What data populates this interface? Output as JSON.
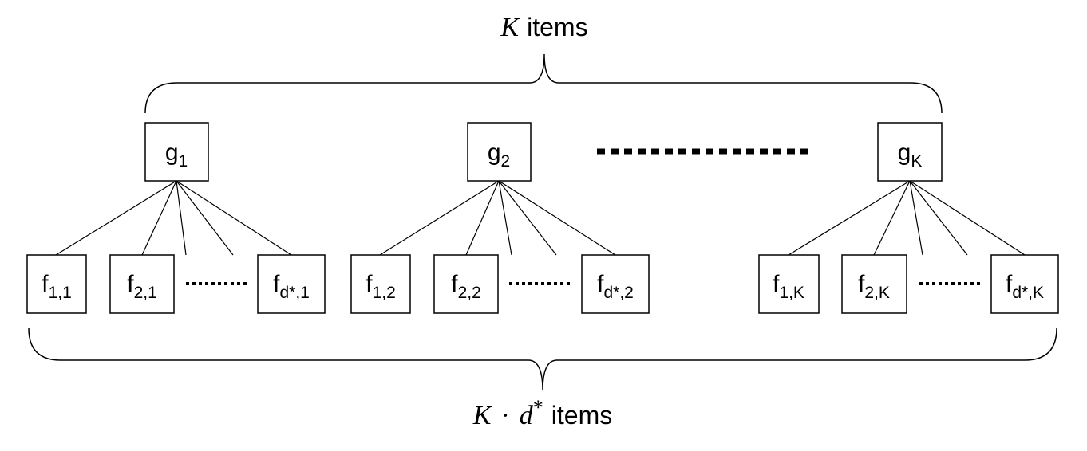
{
  "top_label": {
    "var": "K",
    "word": "items"
  },
  "bottom_label": {
    "var": "K",
    "dot": "·",
    "var2": "d",
    "star": "*",
    "word": "items"
  },
  "groups": [
    {
      "parent": {
        "base": "g",
        "sub": "1"
      },
      "children": [
        {
          "base": "f",
          "sub": "1,1"
        },
        {
          "base": "f",
          "sub": "2,1"
        },
        {
          "base": "f",
          "sub": "d*,1"
        }
      ]
    },
    {
      "parent": {
        "base": "g",
        "sub": "2"
      },
      "children": [
        {
          "base": "f",
          "sub": "1,2"
        },
        {
          "base": "f",
          "sub": "2,2"
        },
        {
          "base": "f",
          "sub": "d*,2"
        }
      ]
    },
    {
      "parent": {
        "base": "g",
        "sub": "K"
      },
      "children": [
        {
          "base": "f",
          "sub": "1,K"
        },
        {
          "base": "f",
          "sub": "2,K"
        },
        {
          "base": "f",
          "sub": "d*,K"
        }
      ]
    }
  ]
}
